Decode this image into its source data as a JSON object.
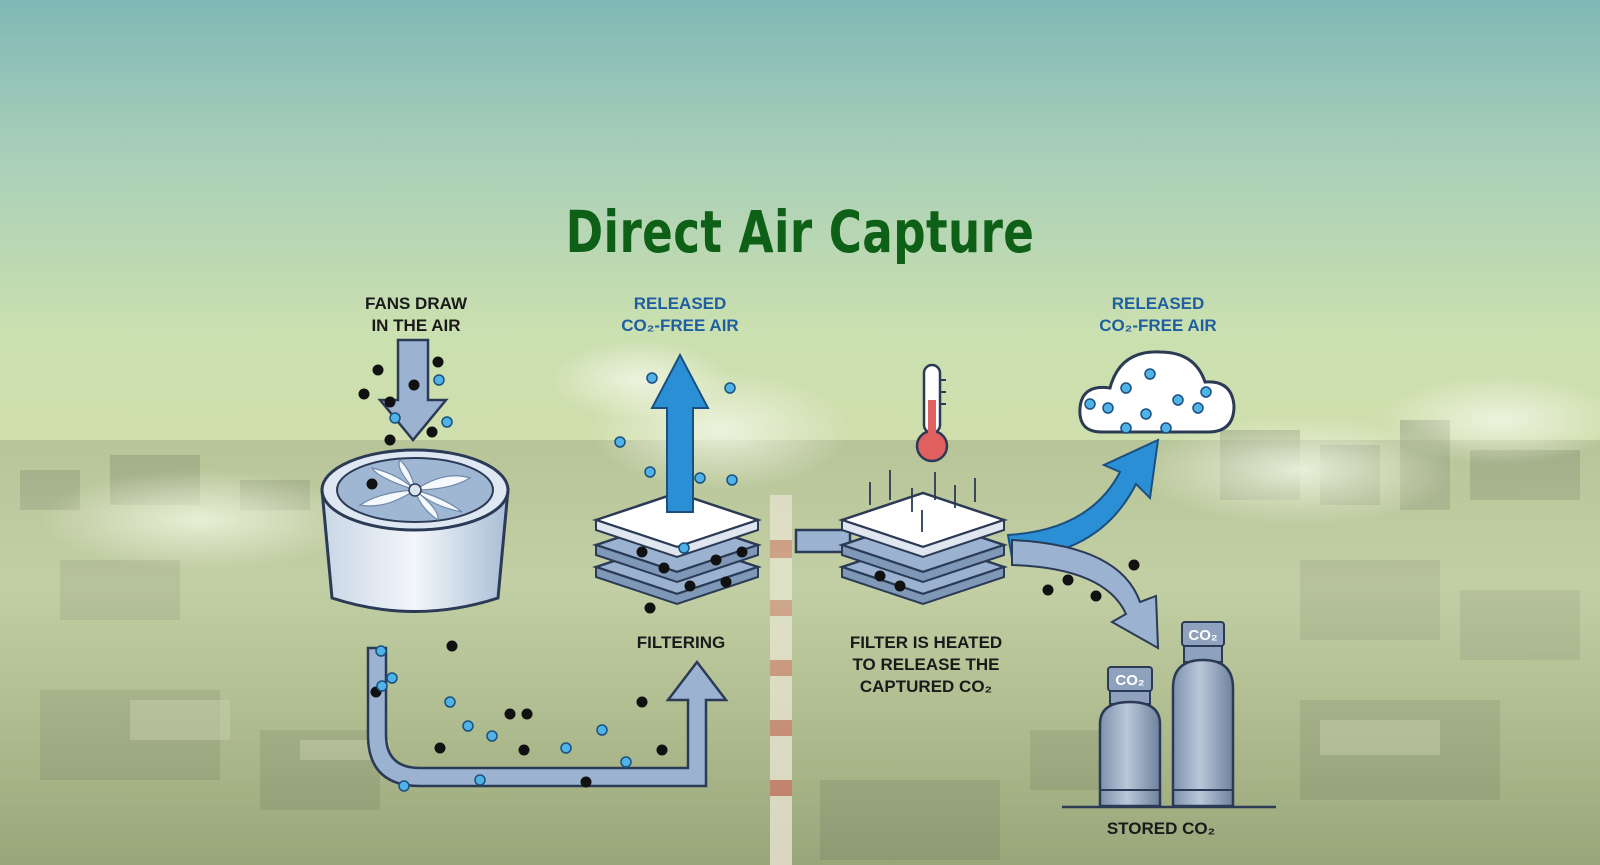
{
  "title": "Direct Air Capture",
  "labels": {
    "fans": [
      "FANS DRAW",
      "IN THE AIR"
    ],
    "released_left": [
      "RELEASED",
      "CO₂-FREE AIR"
    ],
    "released_right": [
      "RELEASED",
      "CO₂-FREE AIR"
    ],
    "filtering": "FILTERING",
    "heated": [
      "FILTER IS HEATED",
      "TO RELEASE THE",
      "CAPTURED CO₂"
    ],
    "stored": "STORED CO₂",
    "tank_small": "CO₂",
    "tank_large": "CO₂"
  },
  "icons": [
    "fan-icon",
    "filter-stack-icon",
    "thermometer-icon",
    "cloud-icon",
    "gas-tank-icon"
  ],
  "colors": {
    "title": "#0d6016",
    "label_dark": "#1a1a1a",
    "label_blue": "#1f5fa0",
    "pipe_fill": "#9bb3d0",
    "pipe_stroke": "#2b3a55",
    "arrow_blue": "#2b8fd6",
    "co2_particle": "#111111",
    "air_particle": "#4fb3e8"
  }
}
